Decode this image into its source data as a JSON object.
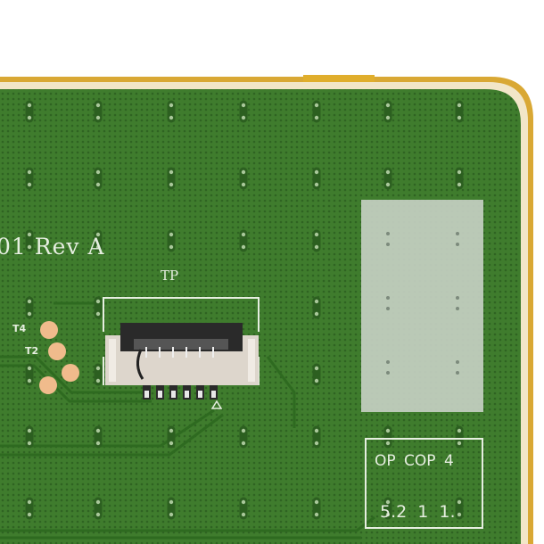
{
  "board_text": {
    "rev": "01 Rev A",
    "connector_label": "TP",
    "pad_t4": "T4",
    "pad_t2": "T2",
    "box_line1": "OP COP 4",
    "box_line2": "5.2 1 1."
  },
  "colors": {
    "pcb_green": "#3e7a2c",
    "gold_edge": "#d9a834",
    "silkscreen": "#e6eee0",
    "pad_copper": "#f0bb8c",
    "label_grey": "#c4cfc2"
  }
}
